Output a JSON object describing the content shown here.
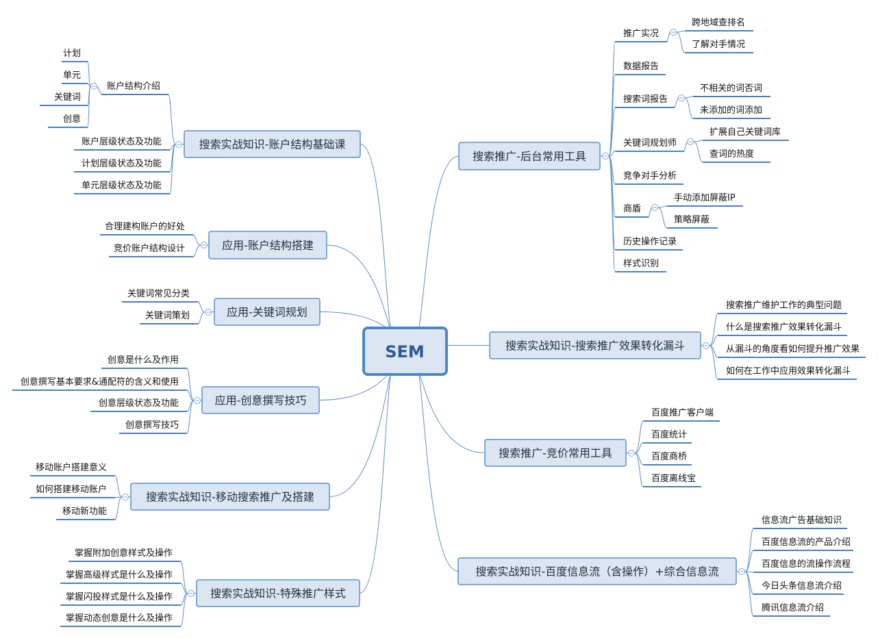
{
  "central": {
    "label": "SEM"
  },
  "branches": [
    {
      "id": "b-account-basic",
      "label": "搜索实战知识-账户结构基础课",
      "children": [
        {
          "label": "账户结构介绍",
          "children": [
            {
              "label": "计划"
            },
            {
              "label": "单元"
            },
            {
              "label": "关键词"
            },
            {
              "label": "创意"
            }
          ]
        },
        {
          "label": "账户层级状态及功能"
        },
        {
          "label": "计划层级状态及功能"
        },
        {
          "label": "单元层级状态及功能"
        }
      ]
    },
    {
      "id": "b-account-build",
      "label": "应用-账户结构搭建",
      "children": [
        {
          "label": "合理建构账户的好处"
        },
        {
          "label": "竞价账户结构设计"
        }
      ]
    },
    {
      "id": "b-keyword",
      "label": "应用-关键词规划",
      "children": [
        {
          "label": "关键词常见分类"
        },
        {
          "label": "关键词策划"
        }
      ]
    },
    {
      "id": "b-creative",
      "label": "应用-创意撰写技巧",
      "children": [
        {
          "label": "创意是什么及作用"
        },
        {
          "label": "创意撰写基本要求&通配符的含义和使用"
        },
        {
          "label": "创意层级状态及功能"
        },
        {
          "label": "创意撰写技巧"
        }
      ]
    },
    {
      "id": "b-mobile",
      "label": "搜索实战知识-移动搜索推广及搭建",
      "children": [
        {
          "label": "移动账户搭建意义"
        },
        {
          "label": "如何搭建移动账户"
        },
        {
          "label": "移动新功能"
        }
      ]
    },
    {
      "id": "b-special",
      "label": "搜索实战知识-特殊推广样式",
      "children": [
        {
          "label": "掌握附加创意样式及操作"
        },
        {
          "label": "掌握高级样式是什么及操作"
        },
        {
          "label": "掌握闪投样式是什么及操作"
        },
        {
          "label": "掌握动态创意是什么及操作"
        }
      ]
    },
    {
      "id": "b-backend-tools",
      "label": "搜索推广-后台常用工具",
      "children": [
        {
          "label": "推广实况",
          "children": [
            {
              "label": "跨地域查排名"
            },
            {
              "label": "了解对手情况"
            }
          ]
        },
        {
          "label": "数据报告"
        },
        {
          "label": "搜索词报告",
          "children": [
            {
              "label": "不相关的词否词"
            },
            {
              "label": "未添加的词添加"
            }
          ]
        },
        {
          "label": "关键词规划师",
          "children": [
            {
              "label": "扩展自己关键词库"
            },
            {
              "label": "查词的热度"
            }
          ]
        },
        {
          "label": "竞争对手分析"
        },
        {
          "label": "商盾",
          "children": [
            {
              "label": "手动添加屏蔽IP"
            },
            {
              "label": "策略屏蔽"
            }
          ]
        },
        {
          "label": "历史操作记录"
        },
        {
          "label": "样式识别"
        }
      ]
    },
    {
      "id": "b-funnel",
      "label": "搜索实战知识-搜索推广效果转化漏斗",
      "children": [
        {
          "label": "搜索推广维护工作的典型问题"
        },
        {
          "label": "什么是搜索推广效果转化漏斗"
        },
        {
          "label": "从漏斗的角度看如何提升推广效果"
        },
        {
          "label": "如何在工作中应用效果转化漏斗"
        }
      ]
    },
    {
      "id": "b-bid-tools",
      "label": "搜索推广-竞价常用工具",
      "children": [
        {
          "label": "百度推广客户端"
        },
        {
          "label": "百度统计"
        },
        {
          "label": "百度商桥"
        },
        {
          "label": "百度离线宝"
        }
      ]
    },
    {
      "id": "b-feed",
      "label": "搜索实战知识-百度信息流（含操作）+综合信息流",
      "children": [
        {
          "label": "信息流广告基础知识"
        },
        {
          "label": "百度信息流的产品介绍"
        },
        {
          "label": "百度信息的流操作流程"
        },
        {
          "label": "今日头条信息流介绍"
        },
        {
          "label": "腾讯信息流介绍"
        }
      ]
    }
  ]
}
